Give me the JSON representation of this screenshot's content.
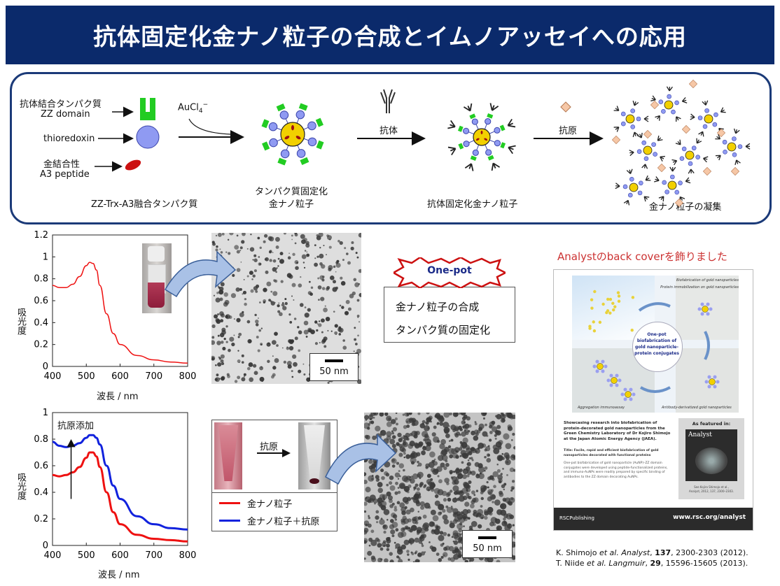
{
  "title": "抗体固定化金ナノ粒子の合成とイムノアッセイへの応用",
  "scheme": {
    "label_antibody_binding": "抗体結合タンパク質",
    "label_zz": "ZZ domain",
    "label_trx": "thioredoxin",
    "label_gold_binding": "金結合性",
    "label_a3": "A3 peptide",
    "reagent_main": "AuCl",
    "reagent_sub": "4",
    "reagent_sup": "−",
    "label_fusion": "ZZ-Trx-A3融合タンパク質",
    "label_protein_np_1": "タンパク質固定化",
    "label_protein_np_2": "金ナノ粒子",
    "arrow_antibody": "抗体",
    "label_antibody_np": "抗体固定化金ナノ粒子",
    "arrow_antigen": "抗原",
    "label_aggregation": "金ナノ粒子の凝集"
  },
  "chart_data": [
    {
      "type": "line",
      "xlabel": "波長 / nm",
      "ylabel": "吸光度",
      "xlim": [
        400,
        800
      ],
      "ylim": [
        0,
        1.2
      ],
      "xticks": [
        "400",
        "500",
        "600",
        "700",
        "800"
      ],
      "yticks": [
        "0",
        "0.2",
        "0.4",
        "0.6",
        "0.8",
        "1",
        "1.2"
      ],
      "series": [
        {
          "color": "#ee1111",
          "x": [
            400,
            420,
            440,
            460,
            480,
            500,
            510,
            520,
            530,
            540,
            560,
            580,
            600,
            650,
            700,
            750,
            800
          ],
          "y": [
            0.74,
            0.72,
            0.72,
            0.75,
            0.82,
            0.92,
            0.95,
            0.94,
            0.88,
            0.74,
            0.48,
            0.3,
            0.2,
            0.1,
            0.06,
            0.04,
            0.03
          ]
        }
      ]
    },
    {
      "type": "line",
      "xlabel": "波長 / nm",
      "ylabel": "吸光度",
      "xlim": [
        400,
        800
      ],
      "ylim": [
        0,
        1
      ],
      "xticks": [
        "400",
        "500",
        "600",
        "700",
        "800"
      ],
      "yticks": [
        "0",
        "0.2",
        "0.4",
        "0.6",
        "0.8",
        "1"
      ],
      "annotation": "抗原添加",
      "series": [
        {
          "name": "金ナノ粒子",
          "color": "#ee1111",
          "x": [
            400,
            420,
            440,
            460,
            480,
            500,
            510,
            520,
            530,
            540,
            560,
            580,
            600,
            650,
            700,
            750,
            800
          ],
          "y": [
            0.53,
            0.52,
            0.53,
            0.55,
            0.59,
            0.66,
            0.7,
            0.7,
            0.67,
            0.59,
            0.4,
            0.25,
            0.16,
            0.08,
            0.05,
            0.04,
            0.03
          ]
        },
        {
          "name": "金ナノ粒子＋抗原",
          "color": "#1122dd",
          "x": [
            400,
            420,
            440,
            460,
            480,
            500,
            510,
            520,
            530,
            540,
            560,
            580,
            600,
            650,
            700,
            750,
            800
          ],
          "y": [
            0.78,
            0.75,
            0.74,
            0.75,
            0.77,
            0.81,
            0.83,
            0.83,
            0.81,
            0.76,
            0.6,
            0.45,
            0.35,
            0.22,
            0.16,
            0.13,
            0.12
          ]
        }
      ]
    }
  ],
  "tem": {
    "scale_label": "50 nm"
  },
  "middle": {
    "arrow_label": "抗原"
  },
  "legend": {
    "item1": "金ナノ粒子",
    "item2": "金ナノ粒子＋抗原"
  },
  "onepot": {
    "badge": "One-pot",
    "line1": "金ナノ粒子の合成",
    "line2": "タンパク質の固定化"
  },
  "cover": {
    "heading": "Analystのback coverを飾りました",
    "top_label_1": "Biofabrication of gold nanoparticles",
    "top_label_2": "Protein immobilization on gold nanoparticles",
    "center_1": "One-pot",
    "center_2": "biofabrication of",
    "center_3": "gold nanoparticle-",
    "center_4": "protein conjugates",
    "bottom_left_label": "Aggregation immunoassay",
    "bottom_right_label": "Antibody-derivatized gold nanoparticles",
    "desc_1": "Showcasing research into biofabrication of",
    "desc_2": "protein-decorated gold nanoparticles from the",
    "desc_3": "Green Chemistry Laboratory of Dr Kojiro Shimojo",
    "desc_4": "at the Japan Atomic Energy Agency (JAEA).",
    "desc_title_1": "Title: Facile, rapid and efficient biofabrication of gold",
    "desc_title_2": "nanoparticles decorated with functional proteins",
    "desc_body_1": "One-pot biofabrication of gold nanoparticle (AuNP)–ZZ domain",
    "desc_body_2": "conjugates were developed using peptide-functionalized proteins,",
    "desc_body_3": "and immuno-AuNPs were readily prepared by specific binding of",
    "desc_body_4": "antibodies to the ZZ domain decorating AuNPs.",
    "featured": "As featured in:",
    "journal": "Analyst",
    "cite_1": "See Kojiro Shimojo et al.,",
    "cite_2": "Analyst, 2012, 137, 2300–2303.",
    "publisher": "RSCPublishing",
    "url": "www.rsc.org/analyst"
  },
  "refs": {
    "r1_a": "K. Shimojo ",
    "r1_b": "et al. Analyst",
    "r1_c": ", ",
    "r1_d": "137",
    "r1_e": ", 2300-2303 (2012).",
    "r2_a": "T. Niide ",
    "r2_b": "et al. Langmuir",
    "r2_c": ", ",
    "r2_d": "29",
    "r2_e": ", 15596-15605 (2013)."
  },
  "colors": {
    "title_bg": "#0b2a6b",
    "box_border": "#1b3a78",
    "red": "#ee1111",
    "blue": "#1122dd",
    "gold": "#f2d000",
    "green": "#22cc22",
    "bead": "#8f9af2"
  }
}
